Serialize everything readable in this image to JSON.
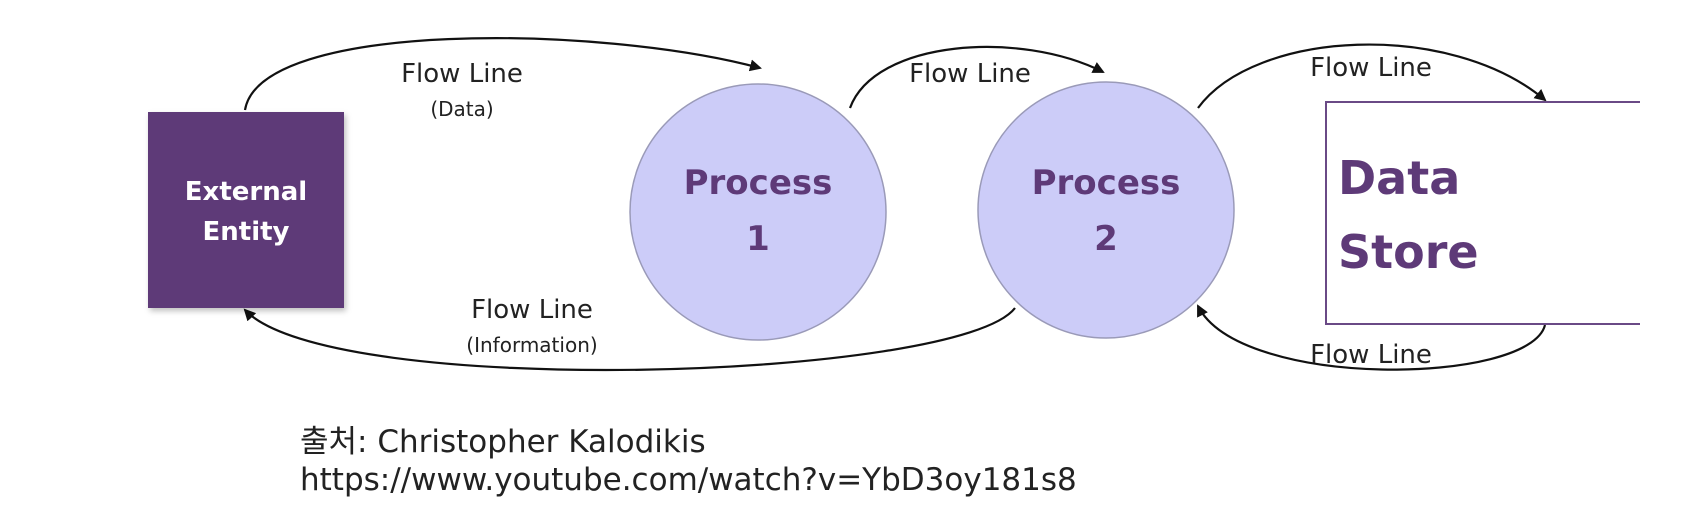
{
  "nodes": {
    "external_entity": {
      "line1": "External",
      "line2": "Entity"
    },
    "process1": {
      "line1": "Process",
      "line2": "1"
    },
    "process2": {
      "line1": "Process",
      "line2": "2"
    },
    "data_store": {
      "line1": "Data",
      "line2": "Store"
    }
  },
  "flows": {
    "entity_to_process1": {
      "label": "Flow Line",
      "sub": "(Data)"
    },
    "process1_to_process2": {
      "label": "Flow Line"
    },
    "process2_to_store": {
      "label": "Flow Line"
    },
    "process2_to_entity": {
      "label": "Flow Line",
      "sub": "(Information)"
    },
    "store_to_process2": {
      "label": "Flow Line"
    }
  },
  "source": {
    "credit": "출처: Christopher Kalodikis",
    "url": "https://www.youtube.com/watch?v=YbD3oy181s8"
  },
  "colors": {
    "entity_fill": "#5e3a78",
    "process_fill": "#ccccf8",
    "text_purple": "#5e3a78",
    "line": "#111111"
  }
}
